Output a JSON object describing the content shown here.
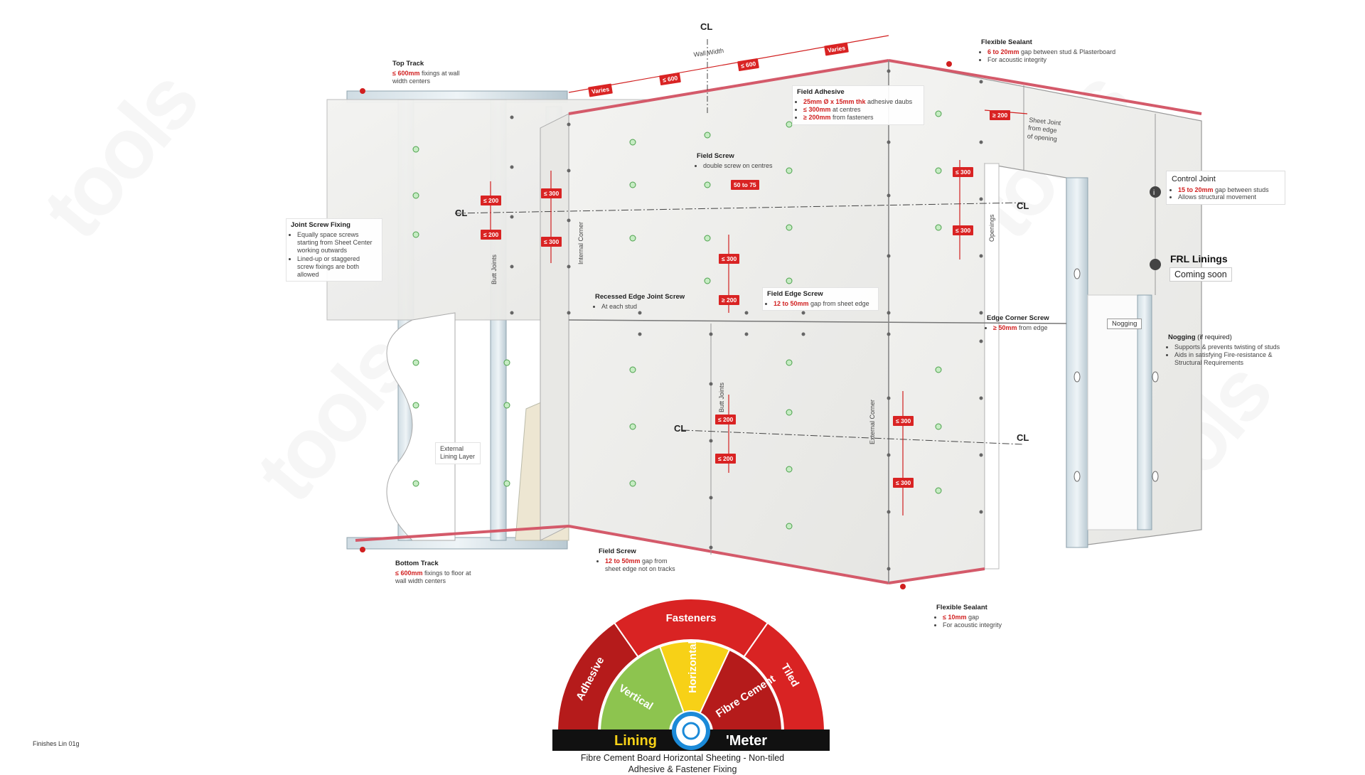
{
  "callouts": {
    "top_track": {
      "title": "Top Track",
      "lines": [
        {
          "hi": "≤ 600mm",
          "rest": " fixings at wall width centers"
        }
      ]
    },
    "bottom_track": {
      "title": "Bottom Track",
      "lines": [
        {
          "hi": "≤ 600mm",
          "rest": " fixings to floor at wall width centers"
        }
      ]
    },
    "joint_screw": {
      "title": "Joint Screw Fixing",
      "lines": [
        {
          "hi": "",
          "rest": "Equally space screws starting from Sheet Center working outwards"
        },
        {
          "hi": "",
          "rest": "Lined-up or staggered screw fixings are both allowed"
        }
      ]
    },
    "field_adhesive": {
      "title": "Field Adhesive",
      "lines": [
        {
          "hi": "25mm Ø x 15mm thk",
          "rest": " adhesive daubs"
        },
        {
          "hi": "≤ 300mm",
          "rest": " at centres"
        },
        {
          "hi": "≥ 200mm",
          "rest": " from fasteners"
        }
      ]
    },
    "flexible_sealant_top": {
      "title": "Flexible Sealant",
      "lines": [
        {
          "hi": "6 to 20mm",
          "rest": " gap between stud & Plasterboard"
        },
        {
          "hi": "",
          "rest": "For acoustic integrity"
        }
      ]
    },
    "flexible_sealant_bottom": {
      "title": "Flexible Sealant",
      "lines": [
        {
          "hi": "≤ 10mm",
          "rest": " gap"
        },
        {
          "hi": "",
          "rest": "For acoustic integrity"
        }
      ]
    },
    "field_screw_top": {
      "title": "Field Screw",
      "lines": [
        {
          "hi": "",
          "rest": "double screw on centres"
        }
      ]
    },
    "field_screw_bottom": {
      "title": "Field Screw",
      "lines": [
        {
          "hi": "12 to 50mm",
          "rest": " gap from sheet edge not on tracks"
        }
      ]
    },
    "recessed_edge": {
      "title": "Recessed Edge Joint Screw",
      "lines": [
        {
          "hi": "",
          "rest": "At each stud"
        }
      ]
    },
    "field_edge": {
      "title": "Field Edge Screw",
      "lines": [
        {
          "hi": "12 to 50mm",
          "rest": " gap from sheet edge"
        }
      ]
    },
    "edge_corner": {
      "title": "Edge Corner Screw",
      "lines": [
        {
          "hi": "≥ 50mm",
          "rest": " from edge"
        }
      ]
    },
    "nogging": {
      "title": "Nogging",
      "title_suffix": " (if required)",
      "lines": [
        {
          "hi": "",
          "rest": "Supports & prevents twisting of studs"
        },
        {
          "hi": "",
          "rest": "Aids in satisfying Fire-resistance & Structural Requirements"
        }
      ]
    },
    "control_joint": {
      "title": "Control Joint",
      "lines": [
        {
          "hi": "15 to 20mm",
          "rest": " gap between studs"
        },
        {
          "hi": "",
          "rest": "Allows structural movement"
        }
      ]
    }
  },
  "frl": {
    "title": "FRL Linings",
    "status": "Coming soon"
  },
  "labels": {
    "wall_width": "Wall Width",
    "cl": "CL",
    "external_lining": "External Lining Layer",
    "butt_joints": "Butt Joints",
    "internal_corner": "Internal Corner",
    "external_corner": "External Corner",
    "openings": "Openings",
    "sheet_joint": "Sheet Joint from edge of opening",
    "nogging": "Nogging"
  },
  "tags": {
    "varies": "Varies",
    "le600": "≤ 600",
    "le300": "≤ 300",
    "le200": "≤ 200",
    "ge200": "≥ 200",
    "r50_75": "50 to 75"
  },
  "meter": {
    "outer": [
      "Adhesive",
      "Fasteners",
      "Tiled"
    ],
    "inner": [
      "Vertical",
      "Horizontal",
      "Fibre Cement"
    ],
    "title_left": "Lining",
    "title_right": "'Meter",
    "colors": {
      "dark_red": "#b51b1b",
      "red": "#d92323",
      "green": "#8dc44f",
      "yellow": "#f7d117",
      "black": "#111111"
    }
  },
  "caption": {
    "line1": "Fibre Cement Board Horizontal Sheeting - Non-tiled",
    "line2": "Adhesive & Fastener Fixing"
  },
  "code": "Finishes Lin 01g",
  "watermark": "tools"
}
